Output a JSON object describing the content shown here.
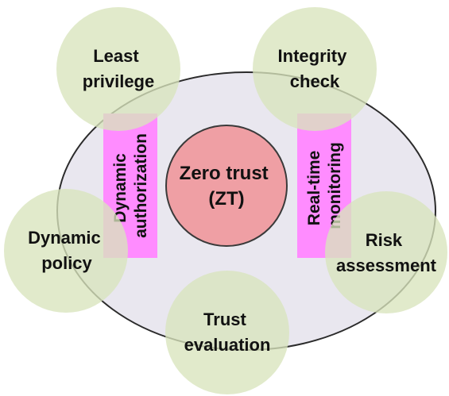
{
  "center": {
    "line1": "Zero trust",
    "line2": "(ZT)"
  },
  "bars": {
    "left": {
      "line1": "Dynamic",
      "line2": "authorization"
    },
    "right": {
      "line1": "Real-time",
      "line2": "monitoring"
    }
  },
  "nodes": {
    "least_privilege": {
      "line1": "Least",
      "line2": "privilege"
    },
    "integrity_check": {
      "line1": "Integrity",
      "line2": "check"
    },
    "dynamic_policy": {
      "line1": "Dynamic",
      "line2": "policy"
    },
    "risk_assessment": {
      "line1": "Risk",
      "line2": "assessment"
    },
    "trust_evaluation": {
      "line1": "Trust",
      "line2": "evaluation"
    }
  },
  "colors": {
    "ellipse_fill": "#e9e7ef",
    "ellipse_stroke": "#2b2b2b",
    "center_fill": "#ef9fa4",
    "center_stroke": "#3a3a3a",
    "bar_fill": "#ff8cff",
    "node_fill": "#d8e4bc",
    "text": "#111111"
  }
}
